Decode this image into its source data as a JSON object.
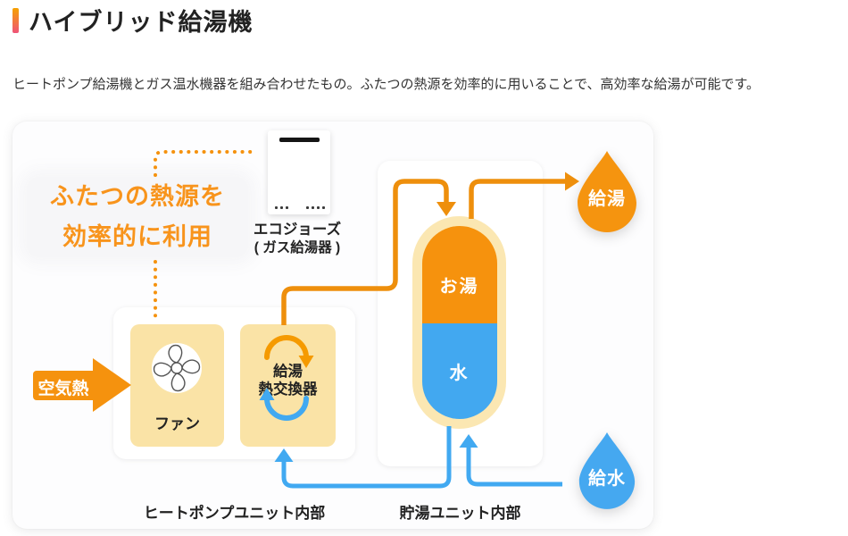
{
  "header": {
    "title": "ハイブリッド給湯機"
  },
  "intro": {
    "text": "ヒートポンプ給湯機とガス温水機器を組み合わせたもの。ふたつの熱源を効率的に用いることで、高効率な給湯が可能です。"
  },
  "diagram": {
    "callout": {
      "line1": "ふたつの熱源を",
      "line2": "効率的に利用"
    },
    "gas_heater": {
      "name": "エコジョーズ",
      "type": "( ガス給湯器 )"
    },
    "heat_pump": {
      "air_heat": "空気熱",
      "fan": "ファン",
      "exchanger_line1": "給湯",
      "exchanger_line2": "熱交換器",
      "caption": "ヒートポンプユニット内部"
    },
    "tank": {
      "hot": "お湯",
      "cold": "水",
      "caption": "貯湯ユニット内部"
    },
    "drops": {
      "hot_out": "給湯",
      "cold_in": "給水"
    },
    "colors": {
      "orange": "#F5920E",
      "pipe_orange": "#EE8F0C",
      "blue": "#42A8F0",
      "cream": "#FAE3A6",
      "tank_border": "#FBE7B2",
      "accent_top": "#F6A100",
      "accent_bottom": "#EF5378"
    }
  }
}
